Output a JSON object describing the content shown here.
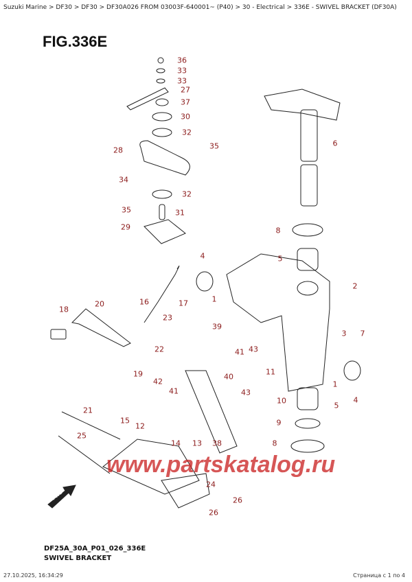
{
  "breadcrumb": "Suzuki Marine > DF30 > DF30 > DF30A026 FROM 03003F-640001~ (P40) > 30 - Electrical > 336E - SWIVEL BRACKET (DF30A)",
  "figure_title": "FIG.336E",
  "callouts": [
    "36",
    "33",
    "33",
    "27",
    "37",
    "30",
    "32",
    "35",
    "28",
    "6",
    "34",
    "32",
    "35",
    "31",
    "29",
    "8",
    "5",
    "4",
    "2",
    "1",
    "16",
    "17",
    "18",
    "20",
    "23",
    "39",
    "3",
    "7",
    "22",
    "41",
    "43",
    "19",
    "40",
    "42",
    "41",
    "11",
    "10",
    "1",
    "4",
    "43",
    "5",
    "21",
    "15",
    "12",
    "9",
    "25",
    "8",
    "14",
    "13",
    "38",
    "24",
    "26",
    "26"
  ],
  "watermark": "www.partskatalog.ru",
  "fwd_label": "FWD",
  "diagram_code": "DF25A_30A_P01_026_336E",
  "diagram_name": "SWIVEL BRACKET",
  "timestamp": "27.10.2025, 16:34:29",
  "page_info": "Страница с 1 по 4"
}
